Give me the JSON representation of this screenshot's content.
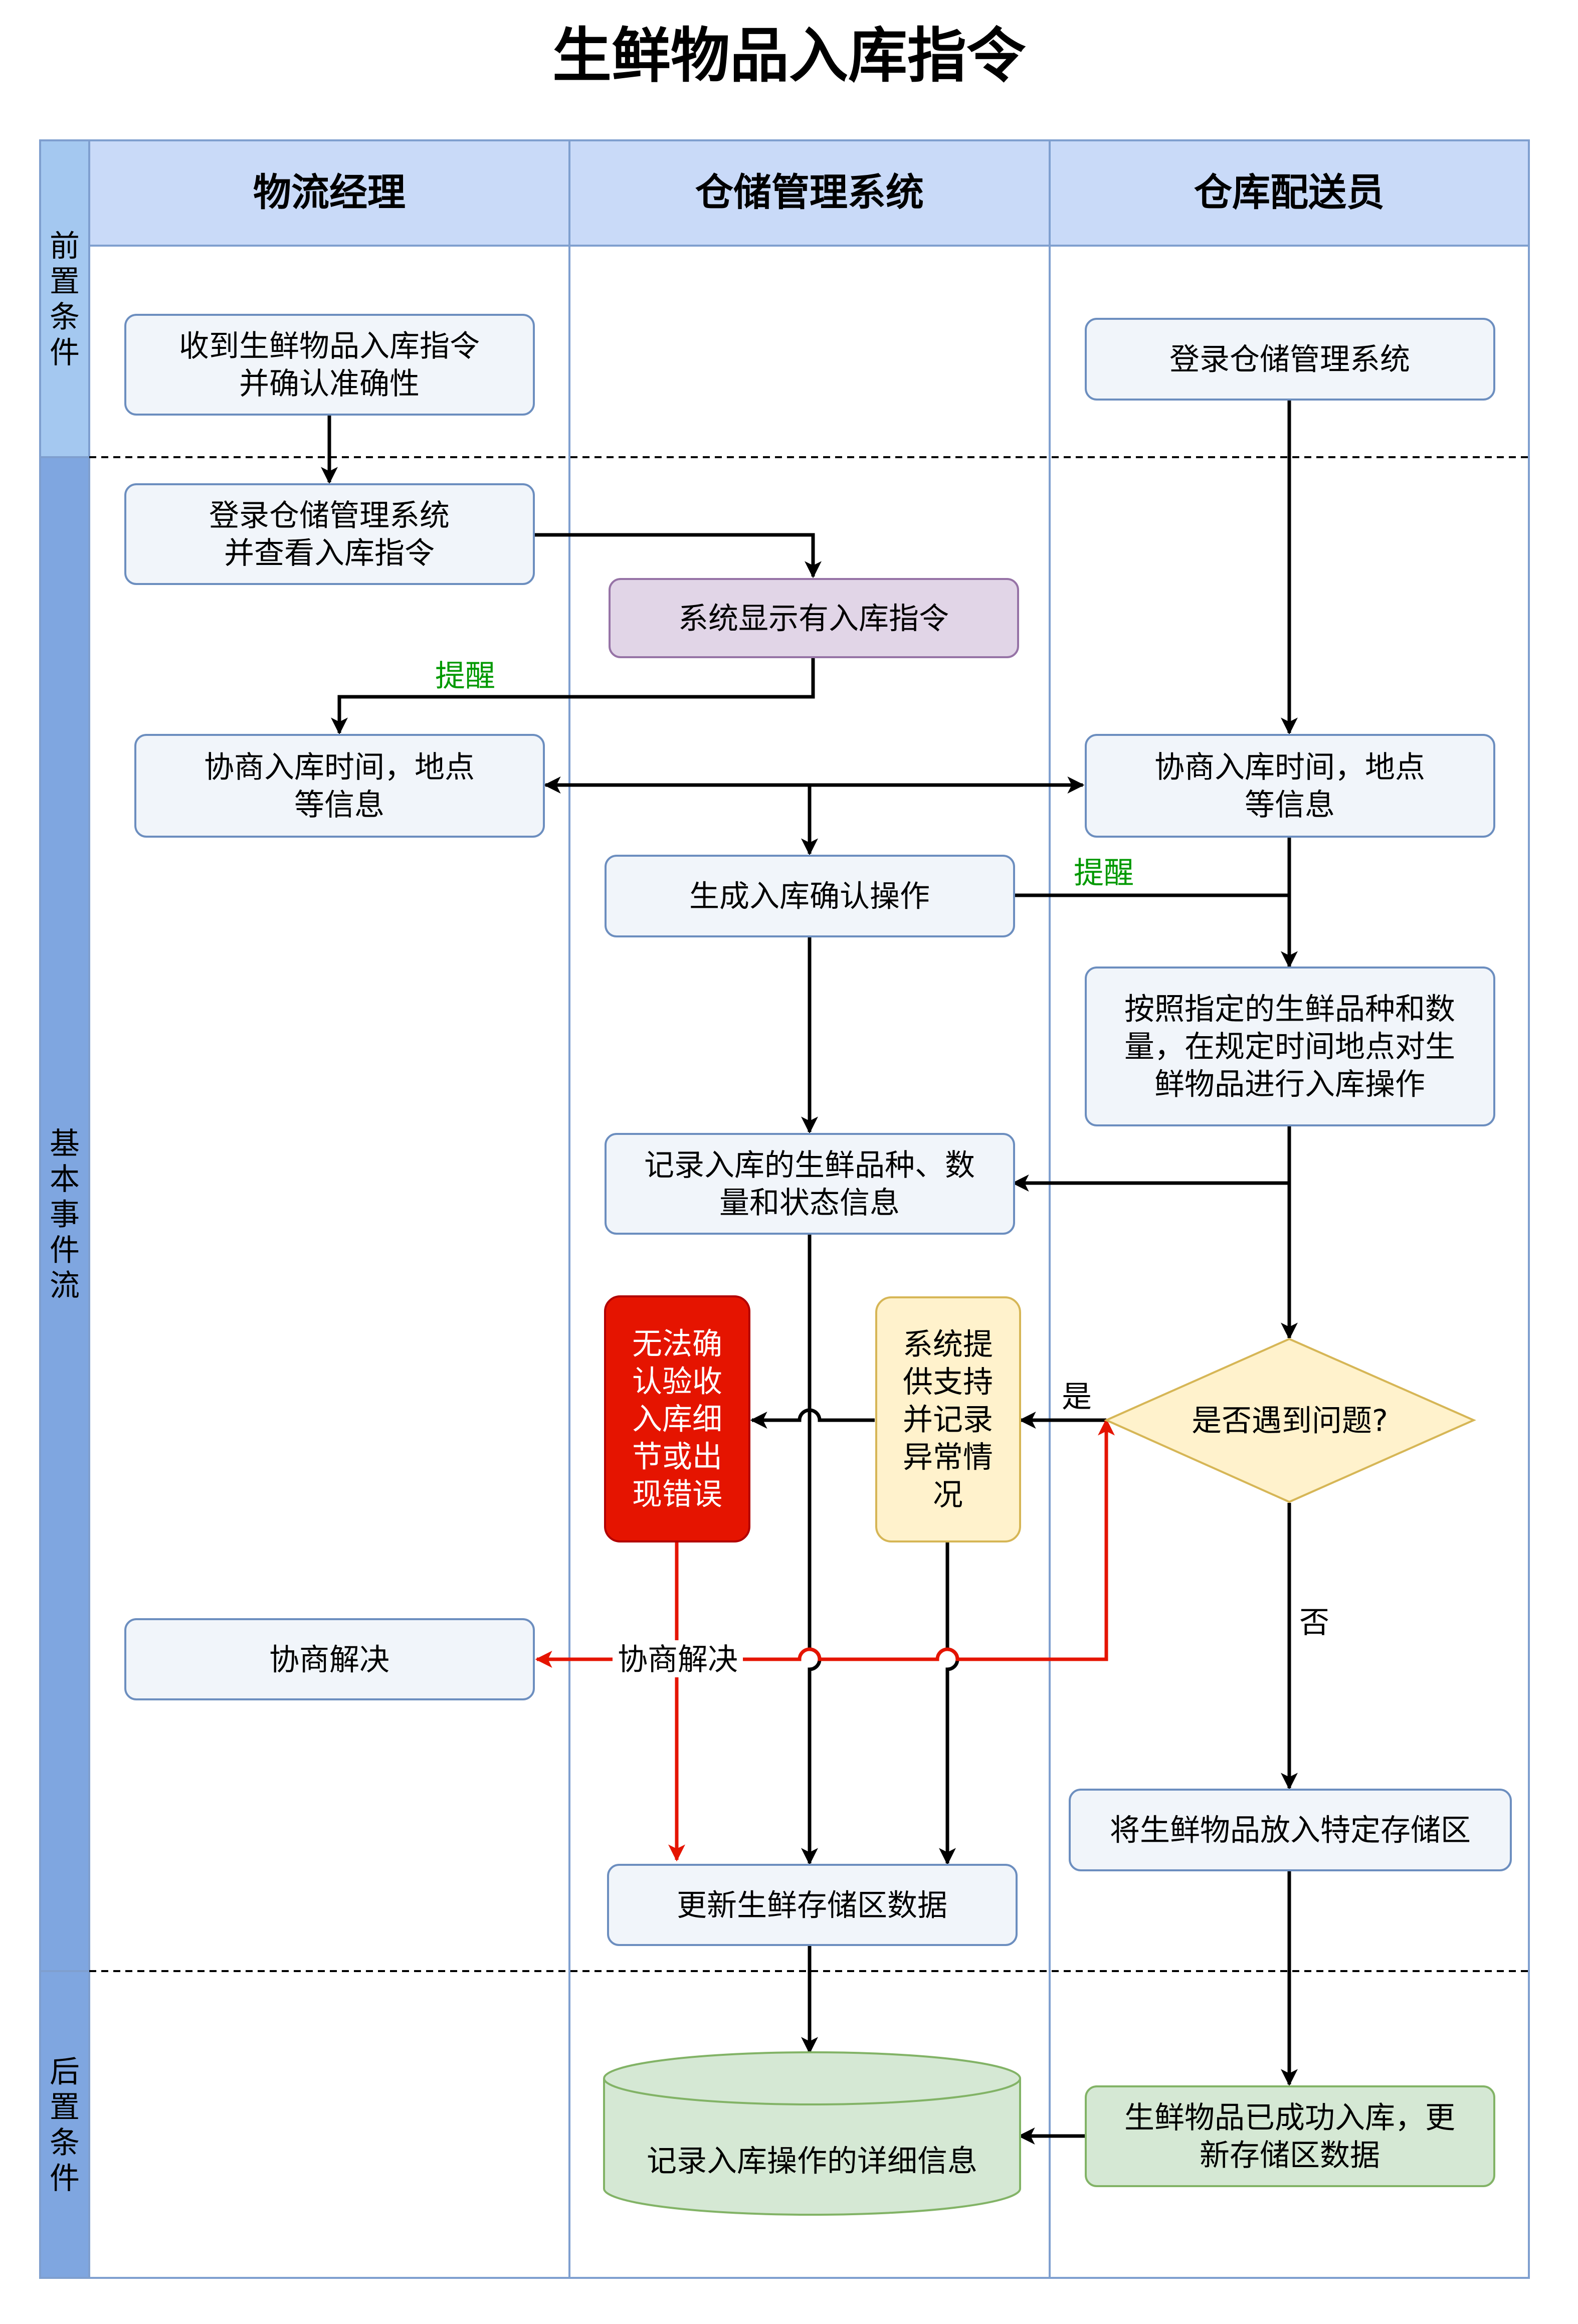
{
  "title": "生鲜物品入库指令",
  "lanes": [
    {
      "key": "manager",
      "label": "物流经理"
    },
    {
      "key": "system",
      "label": "仓储管理系统"
    },
    {
      "key": "courier",
      "label": "仓库配送员"
    }
  ],
  "phases": {
    "pre": "前置条件",
    "basic": "基本事件流",
    "post": "后置条件"
  },
  "nodes": {
    "receive": [
      "收到生鲜物品入库指令",
      "并确认准确性"
    ],
    "courier_login": [
      "登录仓储管理系统"
    ],
    "manager_login": [
      "登录仓储管理系统",
      "并查看入库指令"
    ],
    "show_order": [
      "系统显示有入库指令"
    ],
    "negotiate_manager": [
      "协商入库时间，地点",
      "等信息"
    ],
    "negotiate_courier": [
      "协商入库时间，地点",
      "等信息"
    ],
    "confirm_op": [
      "生成入库确认操作"
    ],
    "do_stock": [
      "按照指定的生鲜品种和数",
      "量，在规定时间地点对生",
      "鲜物品进行入库操作"
    ],
    "record": [
      "记录入库的生鲜品种、数",
      "量和状态信息"
    ],
    "error": [
      "无法确",
      "认验收",
      "入库细",
      "节或出",
      "现错误"
    ],
    "support": [
      "系统提",
      "供支持",
      "并记录",
      "异常情",
      "况"
    ],
    "problem": [
      "是否遇到问题?"
    ],
    "resolve": [
      "协商解决"
    ],
    "place": [
      "将生鲜物品放入特定存储区"
    ],
    "update": [
      "更新生鲜存储区数据"
    ],
    "detail_log": [
      "记录入库操作的详细信息"
    ],
    "success": [
      "生鲜物品已成功入库，更",
      "新存储区数据"
    ]
  },
  "edge_labels": {
    "remind_1": "提醒",
    "remind_2": "提醒",
    "yes": "是",
    "no": "否",
    "resolve": "协商解决"
  },
  "colors": {
    "header_fill": "#c9daf8",
    "phase_pre": "#a4c8f0",
    "phase_basic": "#7fa6e0",
    "phase_post": "#7fa6e0",
    "lane_border": "#7f9fcf",
    "node_fill": "#f1f5fa",
    "node_stroke": "#6c8ebf",
    "purple_fill": "#e1d5e7",
    "purple_stroke": "#9673a6",
    "red_fill": "#e51400",
    "red_stroke": "#b20000",
    "yellow_fill": "#fff2cc",
    "yellow_stroke": "#d6b656",
    "green_fill": "#d5e8d4",
    "green_stroke": "#82b366",
    "edge": "#000000",
    "edge_red": "#e51400",
    "label_green": "#009900"
  }
}
